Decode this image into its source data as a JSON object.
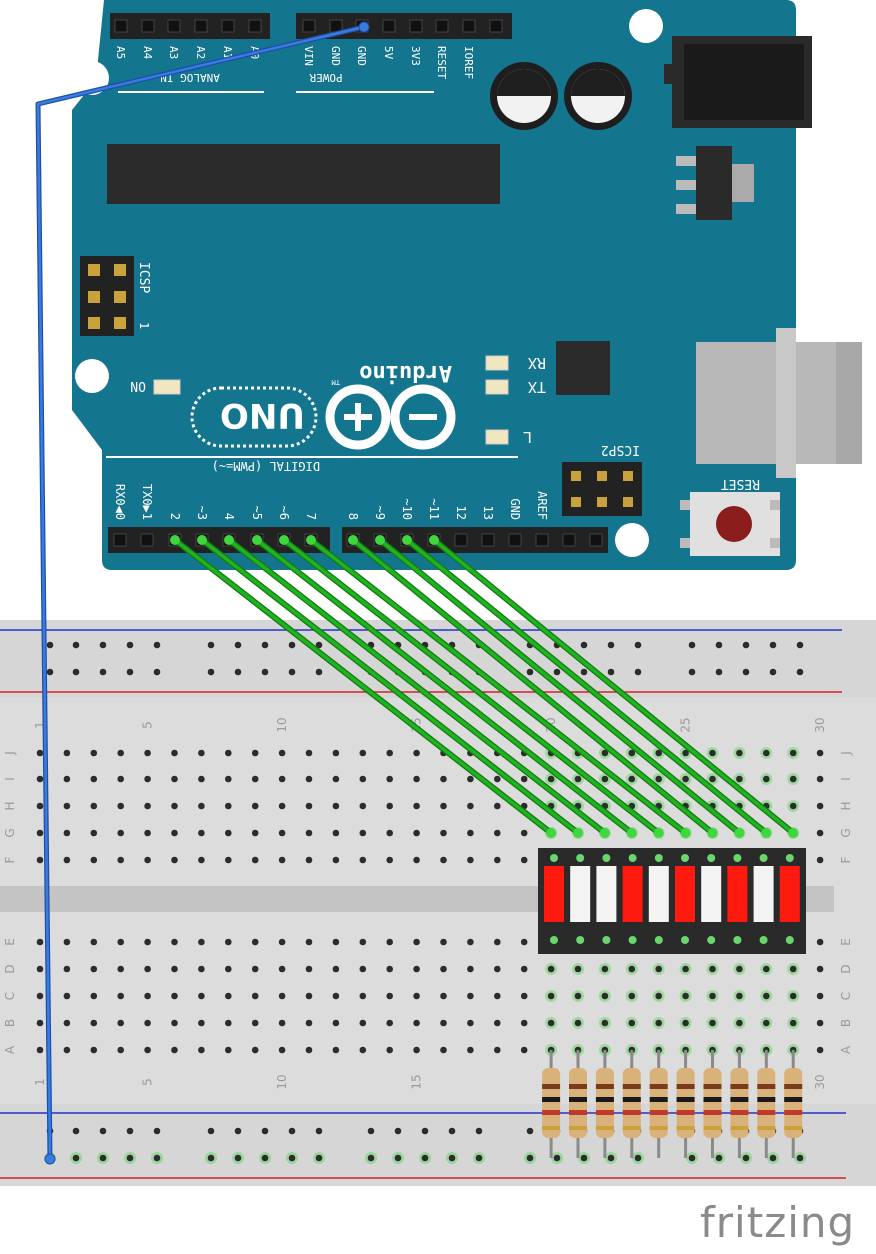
{
  "board": {
    "brand": "Arduino",
    "model": "UNO",
    "trademark": "TM",
    "analog_pins": [
      "A5",
      "A4",
      "A3",
      "A2",
      "A1",
      "A0"
    ],
    "analog_header_label": "ANALOG IN",
    "power_pins": [
      "VIN",
      "GND",
      "GND",
      "5V",
      "3V3",
      "RESET",
      "IOREF"
    ],
    "power_header_label": "POWER",
    "digital_pins_left": [
      "RX0◀0",
      "TX0▶1",
      "2",
      "~3",
      "4",
      "~5",
      "~6",
      "7"
    ],
    "digital_pins_right": [
      "8",
      "~9",
      "~10",
      "~11",
      "12",
      "13",
      "GND",
      "AREF"
    ],
    "digital_header_label": "DIGITAL (PWM=~)",
    "led_labels": {
      "rx": "RX",
      "tx": "TX",
      "l": "L",
      "on": "ON"
    },
    "icsp_label": "ICSP",
    "icsp2_label": "ICSP2",
    "icsp_one": "1",
    "reset_label": "RESET"
  },
  "breadboard": {
    "column_numbers": [
      "1",
      "5",
      "10",
      "15",
      "20",
      "25",
      "30"
    ],
    "row_letters_top": [
      "J",
      "I",
      "H",
      "G",
      "F"
    ],
    "row_letters_bottom": [
      "E",
      "D",
      "C",
      "B",
      "A"
    ]
  },
  "bargraph": {
    "segments": 10,
    "lit_segments": [
      1,
      4,
      6,
      8,
      10
    ],
    "lit_color": "#ff1a0f",
    "unlit_color": "#f4f4f4"
  },
  "wires": {
    "data_color": "#1fb31f",
    "ground_color": "#2d6fd6",
    "connections": [
      {
        "from_pin": "2",
        "to_column": "20"
      },
      {
        "from_pin": "~3",
        "to_column": "21"
      },
      {
        "from_pin": "4",
        "to_column": "22"
      },
      {
        "from_pin": "~5",
        "to_column": "23"
      },
      {
        "from_pin": "~6",
        "to_column": "24"
      },
      {
        "from_pin": "7",
        "to_column": "25"
      },
      {
        "from_pin": "8",
        "to_column": "26"
      },
      {
        "from_pin": "~9",
        "to_column": "27"
      },
      {
        "from_pin": "~10",
        "to_column": "28"
      },
      {
        "from_pin": "~11",
        "to_column": "29"
      }
    ]
  },
  "resistors": {
    "count": 10
  },
  "colors": {
    "board": "#14758f",
    "board_text": "#ffffff",
    "breadboard": "#dcdcdc",
    "rail_red": "#d42323",
    "rail_blue": "#2233cc"
  },
  "footer": {
    "brand": "fritzing"
  }
}
